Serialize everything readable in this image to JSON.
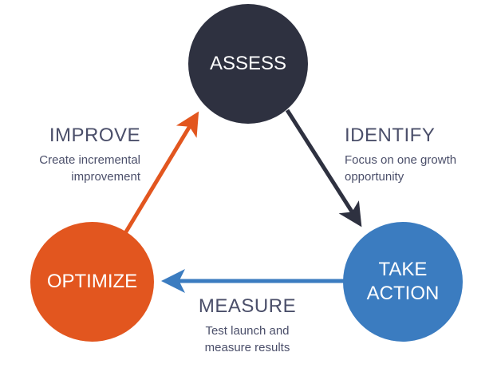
{
  "colors": {
    "assess": "#2e3140",
    "take_action": "#3b7cc0",
    "optimize": "#e2561f",
    "text": "#4b4f6a"
  },
  "nodes": {
    "assess": "ASSESS",
    "take_action": "TAKE\nACTION",
    "optimize": "OPTIMIZE"
  },
  "steps": {
    "identify": {
      "title": "IDENTIFY",
      "line1": "Focus on one growth",
      "line2": "opportunity"
    },
    "measure": {
      "title": "MEASURE",
      "line1": "Test launch and",
      "line2": "measure results"
    },
    "improve": {
      "title": "IMPROVE",
      "line1": "Create incremental",
      "line2": "improvement"
    }
  }
}
